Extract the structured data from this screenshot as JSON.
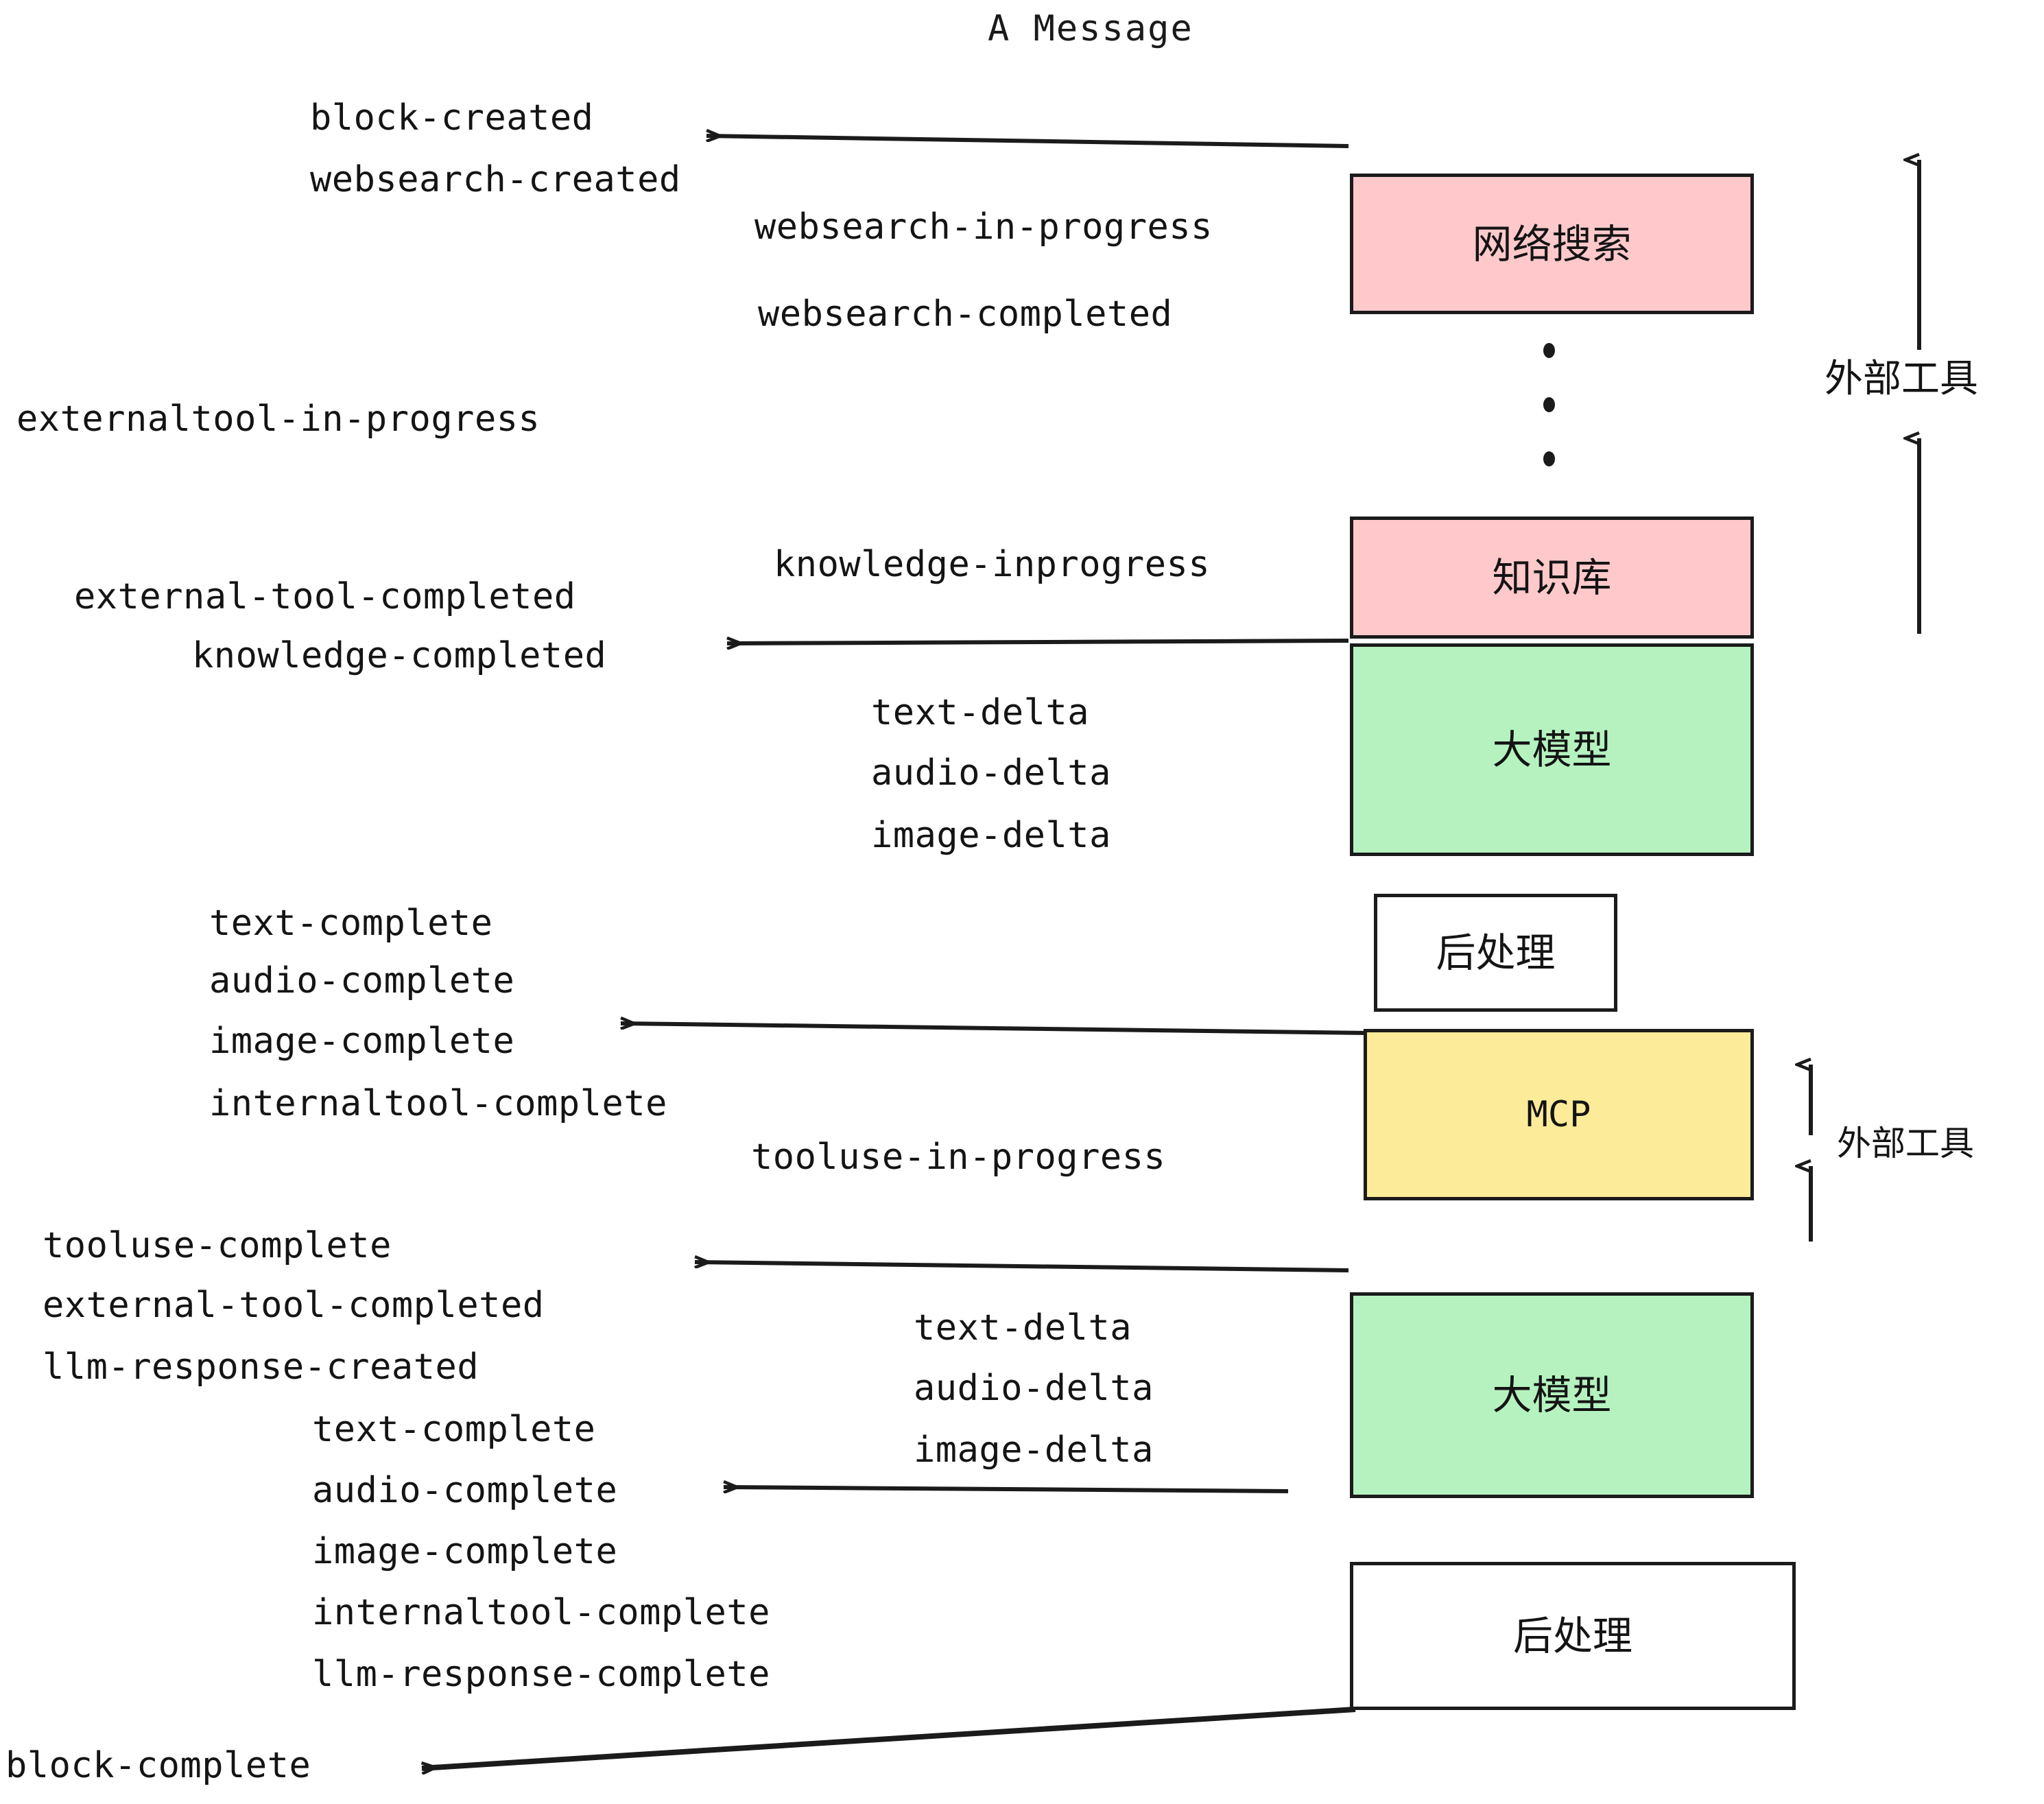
{
  "title": "A Message",
  "boxes": [
    {
      "id": "websearch",
      "label": "网络搜索",
      "color": "#ffc9cb",
      "kind": "cjk"
    },
    {
      "id": "knowledge",
      "label": "知识库",
      "color": "#ffc9cb",
      "kind": "cjk"
    },
    {
      "id": "llm-1",
      "label": "大模型",
      "color": "#b5f2bf",
      "kind": "cjk"
    },
    {
      "id": "postprocess-1",
      "label": "后处理",
      "color": "#ffffff",
      "kind": "cjk"
    },
    {
      "id": "mcp",
      "label": "MCP",
      "color": "#fceb99",
      "kind": "mono"
    },
    {
      "id": "llm-2",
      "label": "大模型",
      "color": "#b5f2bf",
      "kind": "cjk"
    },
    {
      "id": "postprocess-2",
      "label": "后处理",
      "color": "#ffffff",
      "kind": "cjk"
    }
  ],
  "brackets": [
    {
      "id": "external-tools-top",
      "label": "外部工具"
    },
    {
      "id": "external-tools-bottom",
      "label": "外部工具"
    }
  ],
  "events": {
    "block_created": "block-created",
    "websearch_created": "websearch-created",
    "websearch_in_progress": "websearch-in-progress",
    "websearch_completed": "websearch-completed",
    "externaltool_in_progress": "externaltool-in-progress",
    "knowledge_inprogress": "knowledge-inprogress",
    "external_tool_completed_1": "external-tool-completed",
    "knowledge_completed": "knowledge-completed",
    "text_delta_1": "text-delta",
    "audio_delta_1": "audio-delta",
    "image_delta_1": "image-delta",
    "text_complete_1": "text-complete",
    "audio_complete_1": "audio-complete",
    "image_complete_1": "image-complete",
    "internaltool_complete_1": "internaltool-complete",
    "tooluse_in_progress": "tooluse-in-progress",
    "tooluse_complete": "tooluse-complete",
    "external_tool_completed_2": "external-tool-completed",
    "llm_response_created": "llm-response-created",
    "text_delta_2": "text-delta",
    "audio_delta_2": "audio-delta",
    "image_delta_2": "image-delta",
    "text_complete_2": "text-complete",
    "audio_complete_2": "audio-complete",
    "image_complete_2": "image-complete",
    "internaltool_complete_2": "internaltool-complete",
    "llm_response_complete": "llm-response-complete",
    "block_complete": "block-complete"
  },
  "colors": {
    "pink": "#ffc9cb",
    "green": "#b5f2bf",
    "yellow": "#fceb99",
    "white": "#ffffff",
    "stroke": "#1b1b1b",
    "text": "#141414"
  }
}
